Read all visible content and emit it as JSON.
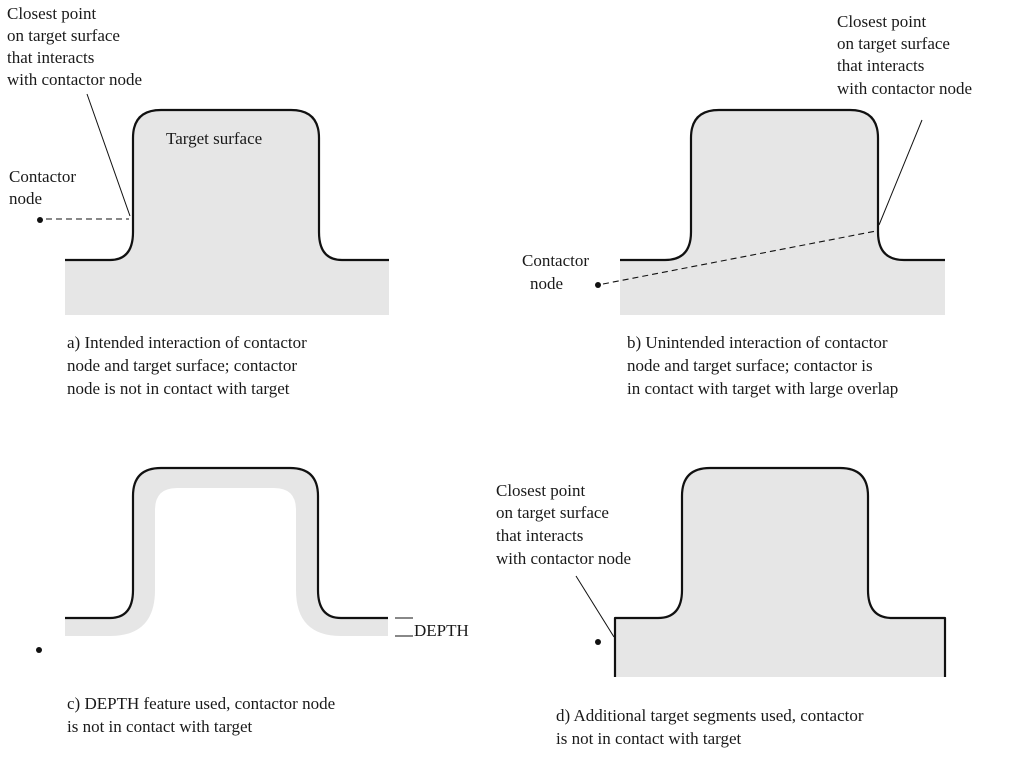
{
  "colors": {
    "surface_fill": "#e6e6e6",
    "outline": "#111111",
    "text": "#1a1a1a",
    "background": "#ffffff"
  },
  "panel_a": {
    "closest_point_label": [
      "Closest point",
      "on target surface",
      "that interacts",
      "with contactor node"
    ],
    "target_surface_label": "Target surface",
    "contactor_label": [
      "Contactor",
      "node"
    ],
    "caption": [
      "a) Intended interaction of contactor",
      "node and target surface; contactor",
      "node is not in contact with target"
    ]
  },
  "panel_b": {
    "closest_point_label": [
      "Closest point",
      "on target surface",
      "that interacts",
      "with contactor node"
    ],
    "contactor_label": [
      "Contactor",
      "node"
    ],
    "caption": [
      "b) Unintended interaction of contactor",
      "node and target surface; contactor is",
      "in contact with target with large overlap"
    ]
  },
  "panel_c": {
    "depth_label": "DEPTH",
    "caption": [
      "c) DEPTH feature used, contactor node",
      "is not in contact with target"
    ]
  },
  "panel_d": {
    "closest_point_label": [
      "Closest point",
      "on target surface",
      "that interacts",
      "with contactor node"
    ],
    "caption": [
      "d) Additional target segments used, contactor",
      "is not in contact with target"
    ]
  }
}
